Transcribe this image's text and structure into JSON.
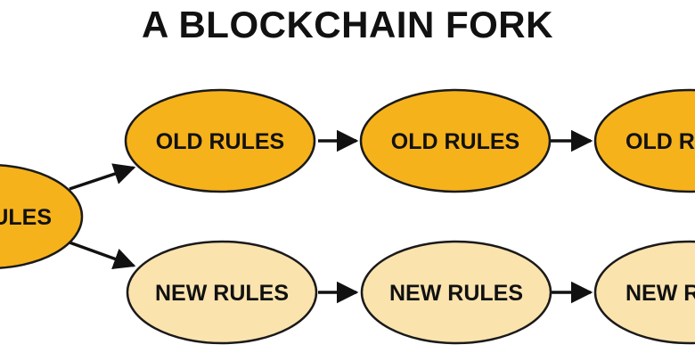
{
  "title": "A BLOCKCHAIN FORK",
  "colors": {
    "old_fill": "#f6b21b",
    "new_fill": "#fbe3ae",
    "stroke": "#1a1a1a",
    "arrow": "#111111"
  },
  "nodes": {
    "origin": {
      "label": "RULES",
      "kind": "old"
    },
    "old_1": {
      "label": "OLD RULES",
      "kind": "old"
    },
    "old_2": {
      "label": "OLD RULES",
      "kind": "old"
    },
    "old_3": {
      "label": "OLD R",
      "kind": "old"
    },
    "new_1": {
      "label": "NEW RULES",
      "kind": "new"
    },
    "new_2": {
      "label": "NEW RULES",
      "kind": "new"
    },
    "new_3": {
      "label": "NEW R",
      "kind": "new"
    }
  },
  "edges": [
    {
      "from": "origin",
      "to": "old_1"
    },
    {
      "from": "origin",
      "to": "new_1"
    },
    {
      "from": "old_1",
      "to": "old_2"
    },
    {
      "from": "old_2",
      "to": "old_3"
    },
    {
      "from": "new_1",
      "to": "new_2"
    },
    {
      "from": "new_2",
      "to": "new_3"
    }
  ]
}
